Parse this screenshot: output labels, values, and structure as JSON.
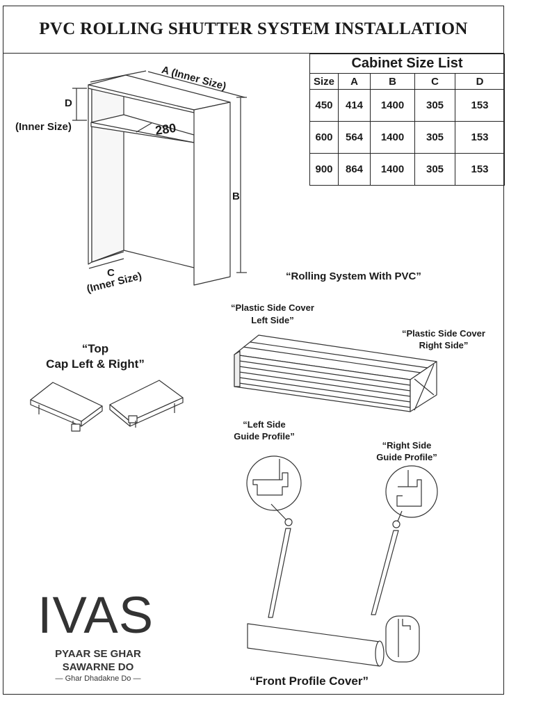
{
  "title": "PVC ROLLING SHUTTER SYSTEM INSTALLATION",
  "cabinet_diagram": {
    "label_a": "A (Inner Size)",
    "label_d": "D",
    "label_d_inner": "(Inner Size)",
    "label_depth": "280",
    "label_b": "B",
    "label_c": "C",
    "label_c_inner": "(Inner Size)"
  },
  "size_table": {
    "title": "Cabinet Size List",
    "headers": [
      "Size",
      "A",
      "B",
      "C",
      "D"
    ],
    "rows": [
      [
        "450",
        "414",
        "1400",
        "305",
        "153"
      ],
      [
        "600",
        "564",
        "1400",
        "305",
        "153"
      ],
      [
        "900",
        "864",
        "1400",
        "305",
        "153"
      ]
    ]
  },
  "parts": {
    "rolling_system": "“Rolling System With PVC”",
    "side_cover_left_1": "“Plastic Side Cover",
    "side_cover_left_2": "Left Side”",
    "side_cover_right_1": "“Plastic Side Cover",
    "side_cover_right_2": "Right Side”",
    "top_cap_1": "“Top",
    "top_cap_2": "Cap Left & Right”",
    "left_guide_1": "“Left Side",
    "left_guide_2": "Guide Profile”",
    "right_guide_1": "“Right Side",
    "right_guide_2": "Guide Profile”",
    "front_cover": "“Front Profile Cover”"
  },
  "brand": {
    "logo": "IVAS",
    "tagline_1": "PYAAR SE GHAR",
    "tagline_2": "SAWARNE DO",
    "tagline_3": "— Ghar Dhadakne Do —"
  }
}
